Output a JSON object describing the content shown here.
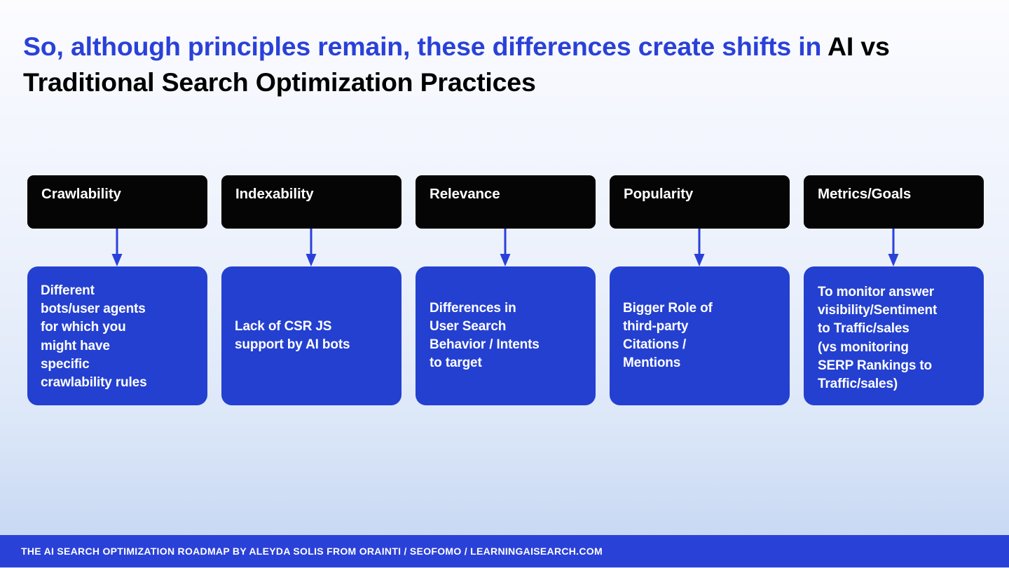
{
  "slide": {
    "title": {
      "accent_part_1": "So, although principles remain, these differences create shifts in ",
      "plain_part": "AI vs Traditional Search Optimization Practices",
      "full_text": "So, although principles remain, these differences create shifts in AI vs Traditional Search Optimization Practices"
    },
    "colors": {
      "accent_blue": "#2a41d8",
      "box_blue": "#2440d0",
      "header_black": "#050505",
      "text_white": "#ffffff",
      "background_top": "#fcfcff",
      "background_bottom": "#c4d5f2"
    },
    "columns": [
      {
        "header": "Crawlability",
        "arrow_icon": "down-arrow-icon",
        "body": "Different\nbots/user agents\nfor which you\nmight have\nspecific\ncrawlability rules"
      },
      {
        "header": "Indexability",
        "arrow_icon": "down-arrow-icon",
        "body": "Lack of CSR JS\nsupport by AI bots"
      },
      {
        "header": "Relevance",
        "arrow_icon": "down-arrow-icon",
        "body": "Differences in\nUser Search\nBehavior / Intents\nto target"
      },
      {
        "header": "Popularity",
        "arrow_icon": "down-arrow-icon",
        "body": "Bigger Role of\nthird-party\nCitations /\nMentions"
      },
      {
        "header": "Metrics/Goals",
        "arrow_icon": "down-arrow-icon",
        "body": "To monitor answer\nvisibility/Sentiment\nto Traffic/sales\n(vs monitoring\nSERP Rankings to\nTraffic/sales)"
      }
    ],
    "footer": {
      "text": "THE AI SEARCH OPTIMIZATION ROADMAP BY ALEYDA SOLIS FROM ORAINTI / SEOFOMO / LEARNINGAISEARCH.COM"
    }
  }
}
